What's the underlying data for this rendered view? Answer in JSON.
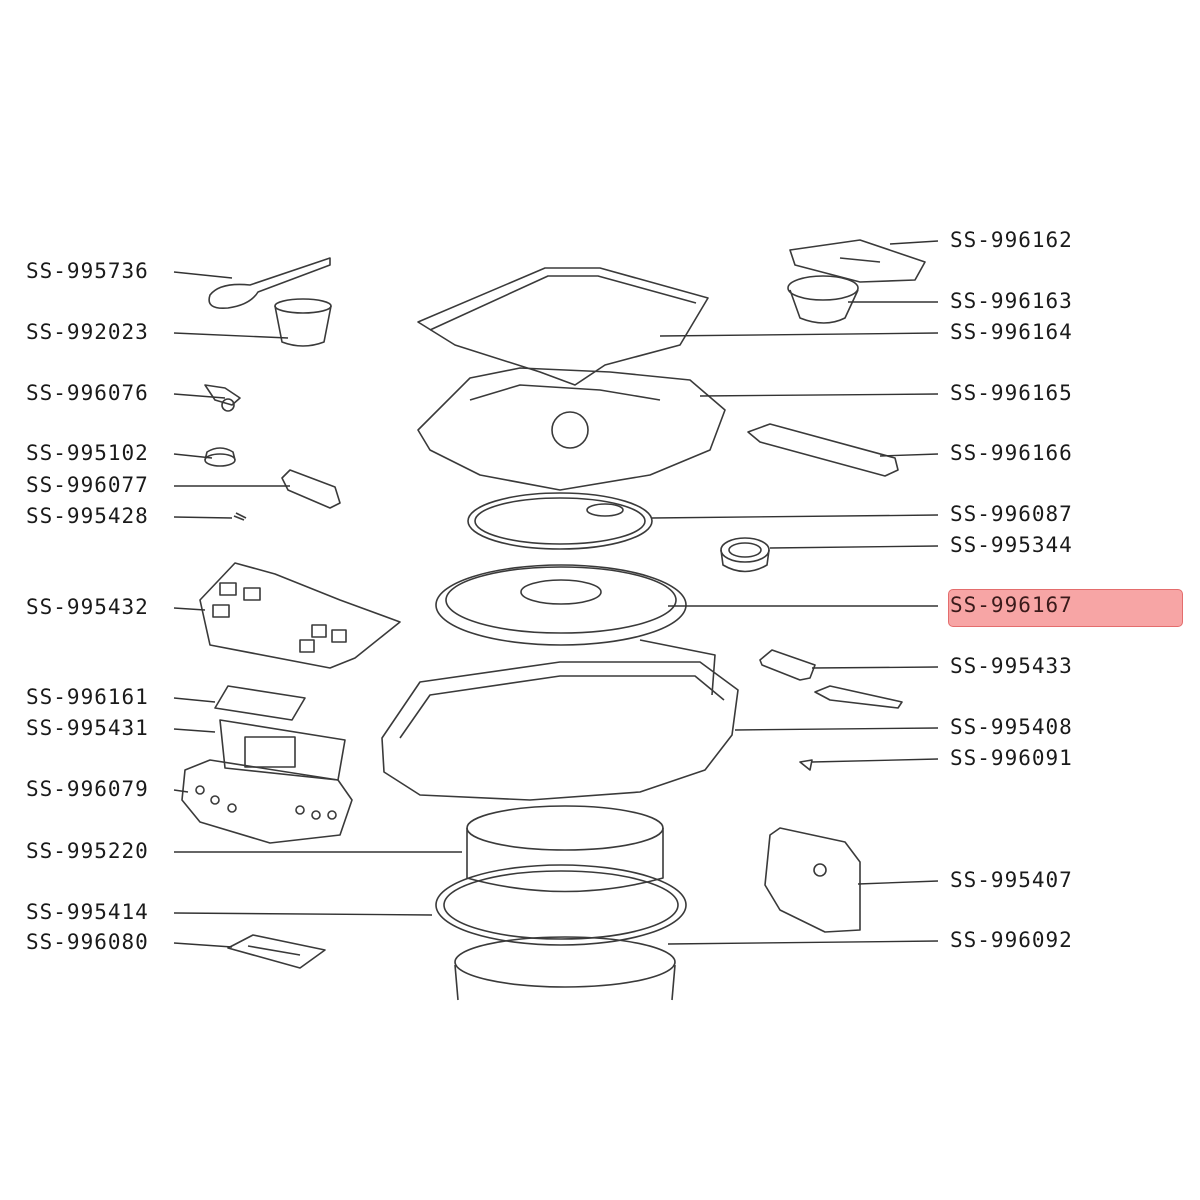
{
  "diagram": {
    "left_labels": [
      "SS-995736",
      "SS-992023",
      "SS-996076",
      "SS-995102",
      "SS-996077",
      "SS-995428",
      "SS-995432",
      "SS-996161",
      "SS-995431",
      "SS-996079",
      "SS-995220",
      "SS-995414",
      "SS-996080"
    ],
    "right_labels": [
      "SS-996162",
      "SS-996163",
      "SS-996164",
      "SS-996165",
      "SS-996166",
      "SS-996087",
      "SS-995344",
      "SS-996167",
      "SS-995433",
      "SS-995408",
      "SS-996091",
      "SS-995407",
      "SS-996092"
    ],
    "highlighted_part": "SS-996167",
    "highlight_color": "#f7a5a5",
    "line_color": "#333333"
  }
}
